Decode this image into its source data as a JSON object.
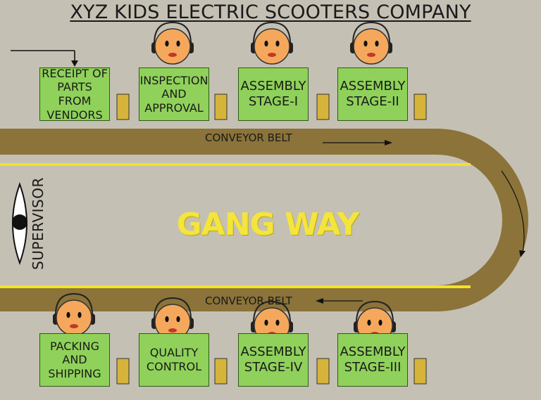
{
  "title": "XYZ KIDS ELECTRIC SCOOTERS COMPANY",
  "top_stations": [
    {
      "label": "RECEIPT OF PARTS FROM VENDORS"
    },
    {
      "label": "INSPECTION AND APPROVAL"
    },
    {
      "label": "ASSEMBLY STAGE-I"
    },
    {
      "label": "ASSEMBLY STAGE-II"
    }
  ],
  "bottom_stations": [
    {
      "label": "PACKING AND SHIPPING"
    },
    {
      "label": "QUALITY CONTROL"
    },
    {
      "label": "ASSEMBLY STAGE-IV"
    },
    {
      "label": "ASSEMBLY STAGE-III"
    }
  ],
  "conveyor": {
    "top_label": "CONVEYOR BELT",
    "bottom_label": "CONVEYOR BELT"
  },
  "supervisor_label": "SUPERVISOR",
  "gangway_label": "GANG WAY",
  "colors": {
    "background": "#c5c0b4",
    "belt": "#8b7339",
    "station": "#8fd15a",
    "bin": "#d6b43a",
    "face": "#f5a85c",
    "stripe": "#f2e12a"
  }
}
